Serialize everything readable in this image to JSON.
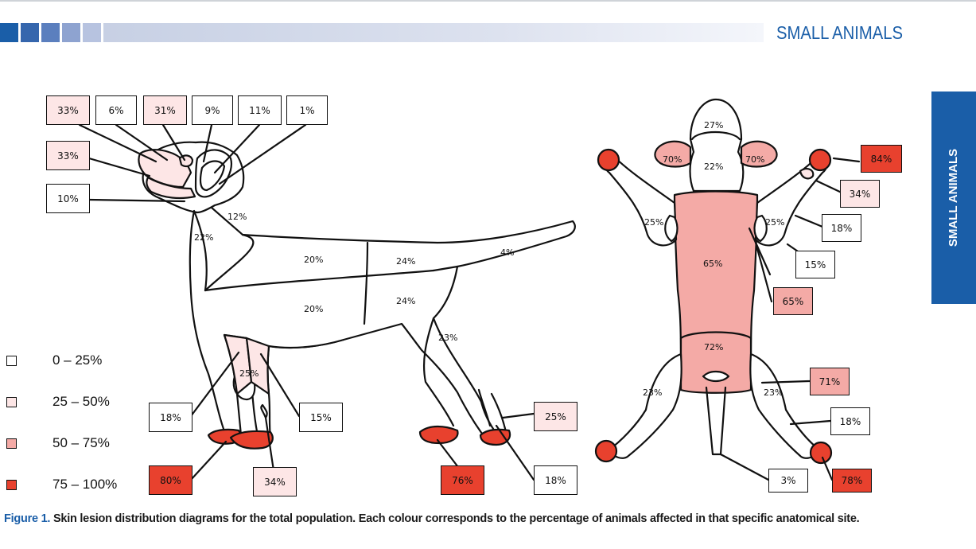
{
  "header": {
    "section_title": "SMALL ANIMALS",
    "side_tab": "SMALL ANIMALS",
    "colors": {
      "brand_blue": "#1a5ea8",
      "band": [
        "#1a5ea8",
        "#3566ad",
        "#5b7fbe",
        "#8ea3d0",
        "#b7c3e0"
      ]
    }
  },
  "legend": {
    "items": [
      {
        "label": "0 – 25%",
        "color": "#ffffff"
      },
      {
        "label": "25 – 50%",
        "color": "#fde6e6"
      },
      {
        "label": "50 – 75%",
        "color": "#f4aaa6"
      },
      {
        "label": "75 – 100%",
        "color": "#e8412e"
      }
    ]
  },
  "lateral_view": {
    "callouts": {
      "upper_lip": "33%",
      "nose": "6%",
      "periocular": "31%",
      "forehead": "9%",
      "ear_inner": "11%",
      "ear_outer": "1%",
      "lower_lip": "33%",
      "chin": "10%",
      "elbow": "18%",
      "carpus": "15%",
      "front_paw": "80%",
      "metacarpal_pad": "34%",
      "hind_paw": "76%",
      "hock": "25%",
      "hind_metatarsal": "18%"
    },
    "regions": {
      "neck_dorsal": "12%",
      "neck_ventral": "22%",
      "dorsal_thorax": "20%",
      "dorsal_lumbar": "24%",
      "tail": "4%",
      "lateral_thorax": "20%",
      "lateral_abdomen": "24%",
      "thigh": "23%",
      "forelimb": "25%"
    }
  },
  "ventral_view": {
    "callouts": {
      "front_paw": "84%",
      "forearm": "34%",
      "axilla": "18%",
      "elbow": "15%",
      "axillary_fold": "65%",
      "inguinal": "71%",
      "hind_limb": "18%",
      "tail": "3%",
      "hind_paw": "78%"
    },
    "regions": {
      "chin": "27%",
      "ear_left": "70%",
      "ear_right": "70%",
      "neck": "22%",
      "forelimb_left": "25%",
      "forelimb_right": "25%",
      "thorax_abdomen": "65%",
      "groin": "72%",
      "hindlimb_left": "23%",
      "hindlimb_right": "23%"
    }
  },
  "caption": {
    "label": "Figure 1.",
    "text": " Skin lesion distribution diagrams for the total population. Each colour corresponds to the percentage of animals affected in that specific anatomical site."
  }
}
